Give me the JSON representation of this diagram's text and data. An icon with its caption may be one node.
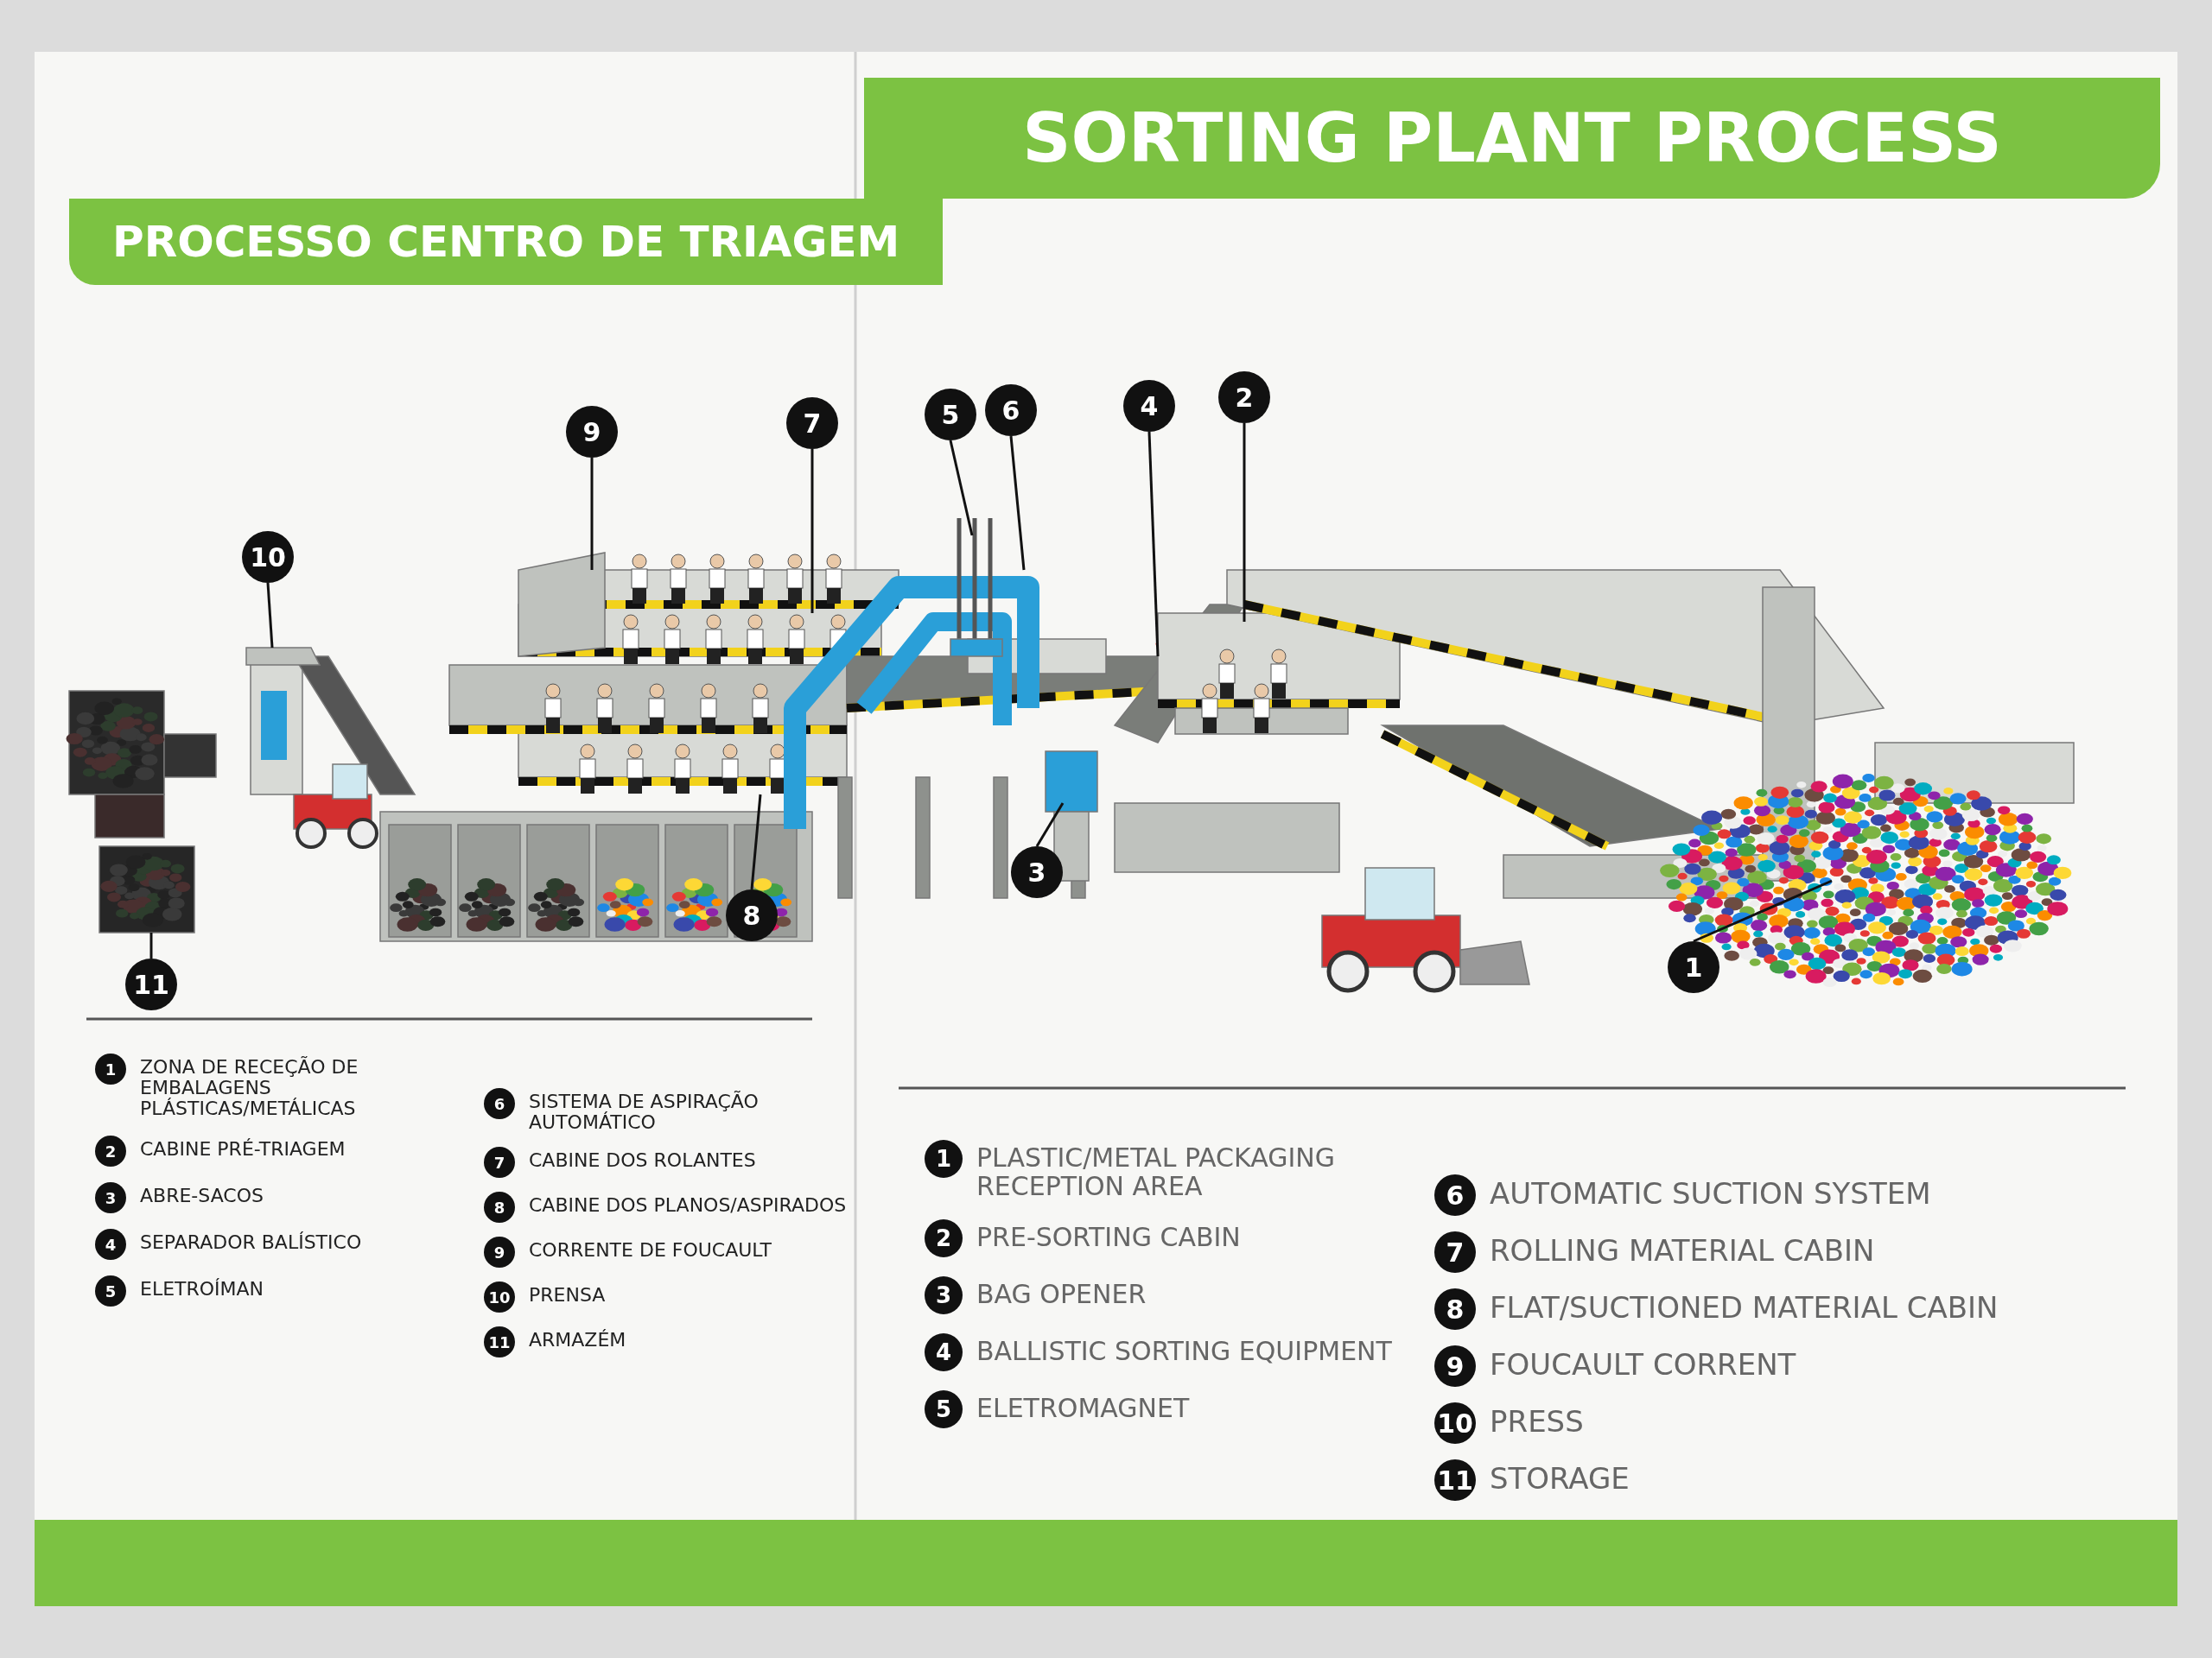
{
  "diagram": {
    "nodes": [
      {
        "text": [
          "1"
        ]
      },
      {
        "text": [
          "2"
        ]
      },
      {
        "text": [
          "3"
        ]
      },
      {
        "text": [
          "4"
        ]
      },
      {
        "text": [
          "5"
        ]
      },
      {
        "text": [
          "6"
        ]
      },
      {
        "text": [
          "7"
        ]
      },
      {
        "text": [
          "8"
        ]
      },
      {
        "text": [
          "9"
        ]
      },
      {
        "text": [
          "10"
        ]
      },
      {
        "text": [
          "11"
        ]
      }
    ],
    "edges": [
      {
        "from": 0,
        "to": null,
        "arrow": "none"
      },
      {
        "from": 1,
        "to": null,
        "arrow": "none"
      },
      {
        "from": 2,
        "to": null,
        "arrow": "none"
      },
      {
        "from": 3,
        "to": null,
        "arrow": "none"
      },
      {
        "from": 4,
        "to": null,
        "arrow": "none"
      },
      {
        "from": 5,
        "to": null,
        "arrow": "none"
      },
      {
        "from": 6,
        "to": null,
        "arrow": "none"
      },
      {
        "from": 7,
        "to": null,
        "arrow": "none"
      },
      {
        "from": 8,
        "to": null,
        "arrow": "none"
      },
      {
        "from": 9,
        "to": null,
        "arrow": "none"
      },
      {
        "from": 10,
        "to": null,
        "arrow": "none"
      }
    ],
    "labels": [
      "PROCESSO CENTRO DE TRIAGEM",
      "SORTING PLANT PROCESS",
      "1",
      "ZONA DE RECEÇÃO DE EMBALAGENS PLÁSTICAS/METÁLICAS",
      "2",
      "CABINE PRÉ-TRIAGEM",
      "3",
      "ABRE-SACOS",
      "4",
      "SEPARADOR BALÍSTICO",
      "5",
      "ELETROÍMAN",
      "6",
      "SISTEMA DE ASPIRAÇÃO AUTOMÁTICO",
      "7",
      "CABINE DOS ROLANTES",
      "8",
      "CABINE DOS PLANOS/ASPIRADOS",
      "9",
      "CORRENTE DE FOUCAULT",
      "10",
      "PRENSA",
      "11",
      "ARMAZÉM",
      "1",
      "PLASTIC/METAL PACKAGING RECEPTION AREA",
      "2",
      "PRE-SORTING CABIN",
      "3",
      "BAG OPENER",
      "4",
      "BALLISTIC SORTING EQUIPMENT",
      "5",
      "ELETROMAGNET",
      "6",
      "AUTOMATIC SUCTION SYSTEM",
      "7",
      "ROLLING MATERIAL CABIN",
      "8",
      "FLAT/SUCTIONED MATERIAL CABIN",
      "9",
      "FOUCAULT CORRENT",
      "10",
      "PRESS",
      "11",
      "STORAGE"
    ]
  }
}
